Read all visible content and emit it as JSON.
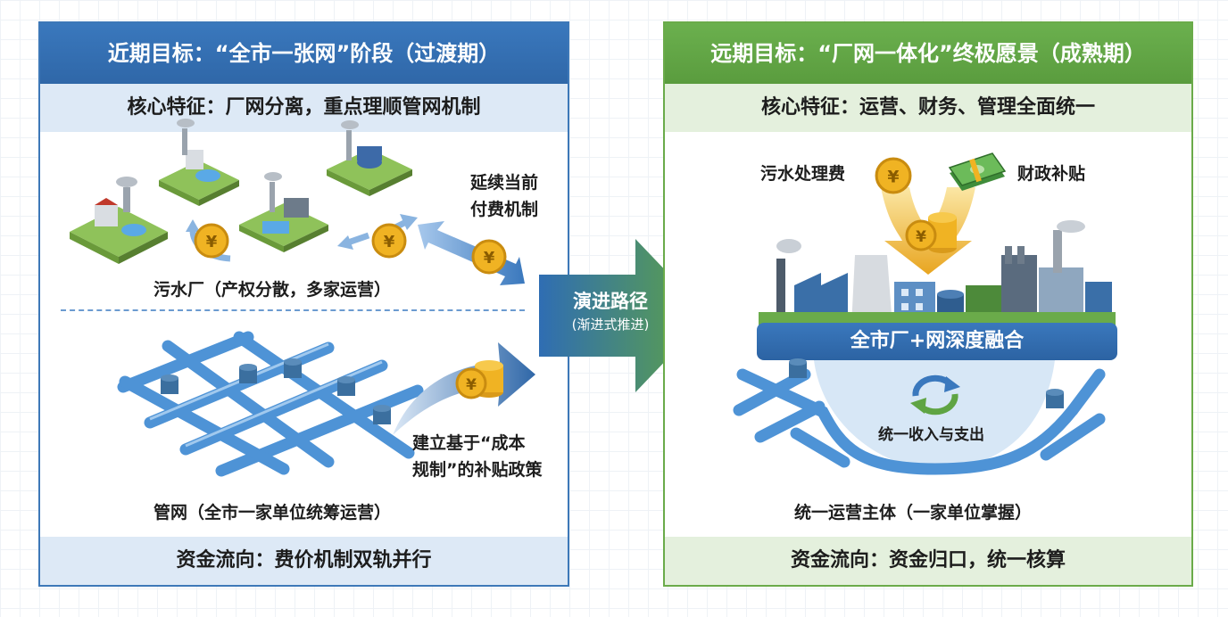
{
  "left": {
    "title": "近期目标：“全市一张网”阶段（过渡期）",
    "feature": "核心特征：厂网分离，重点理顺管网机制",
    "plant_label": "污水厂（产权分散，多家运营）",
    "payment_note_line1": "延续当前",
    "payment_note_line2": "付费机制",
    "subsidy_note_line1": "建立基于“成本",
    "subsidy_note_line2": "规制”的补贴政策",
    "network_label": "管网（全市一家单位统筹运营）",
    "fund_flow": "资金流向：费价机制双轨并行"
  },
  "middle": {
    "title": "演进路径",
    "subtitle": "(渐进式推进)"
  },
  "right": {
    "title": "远期目标：“厂网一体化”终极愿景（成熟期）",
    "feature": "核心特征：运营、财务、管理全面统一",
    "sewage_fee": "污水处理费",
    "fiscal_subsidy": "财政补贴",
    "fusion": "全市厂+网深度融合",
    "unified_revenue": "统一收入与支出",
    "unified_operator": "统一运营主体（一家单位掌握）",
    "fund_flow": "资金流向：资金归口，统一核算"
  },
  "icons": {
    "coin": "yuan-coin-icon",
    "cash": "banknote-stack-icon",
    "cycle": "recycle-arrows-icon"
  },
  "colors": {
    "blue": "#3a78bd",
    "green": "#5fa443",
    "gold": "#f0b323",
    "pipe": "#4e93d6"
  }
}
